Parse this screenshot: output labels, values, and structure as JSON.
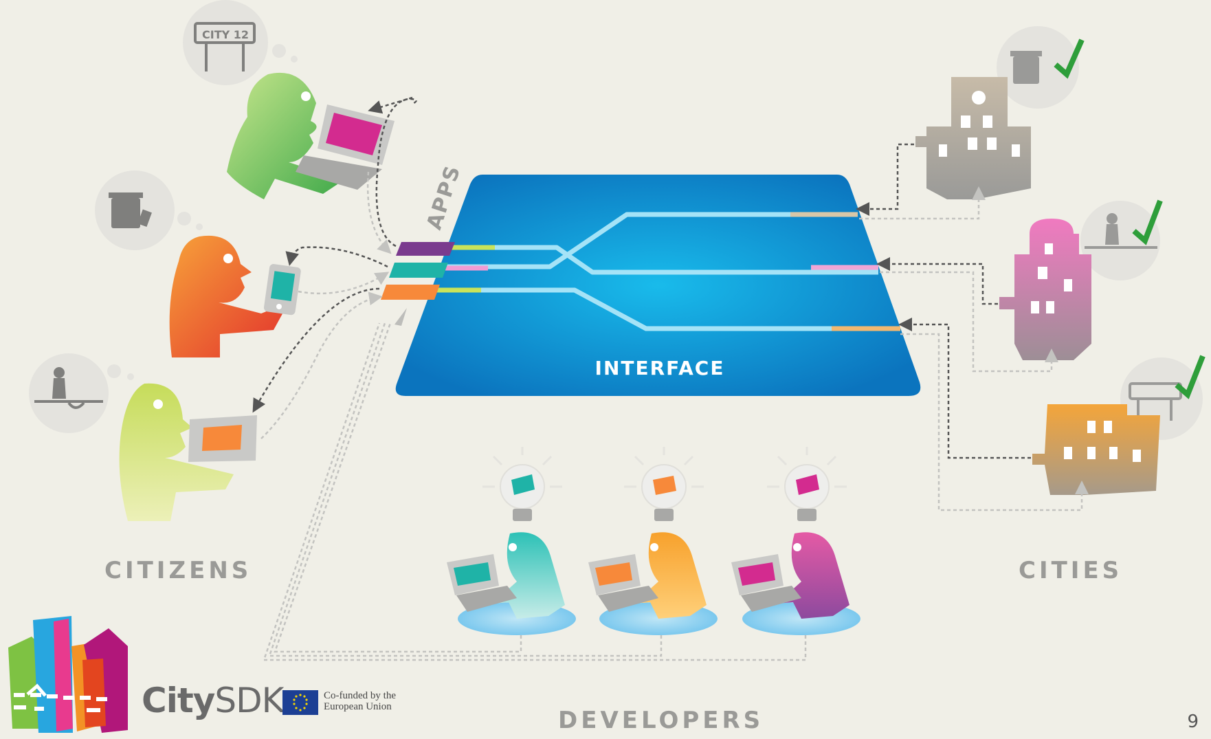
{
  "diagram": {
    "center_label": "INTERFACE",
    "apps_label": "APPS",
    "groups": {
      "citizens": "CITIZENS",
      "cities": "CITIES",
      "developers": "DEVELOPERS"
    },
    "thought_sign_text": "CITY 12"
  },
  "footer": {
    "brand_bold": "City",
    "brand_light": "SDK",
    "eu_line1": "Co-funded by the",
    "eu_line2": "European Union",
    "page_number": "9"
  },
  "colors": {
    "background": "#f0efe7",
    "interface_blue": "#0a86cc",
    "interface_light": "#16b4e8",
    "track": "#9fdff6",
    "app_purple": "#7a3a8e",
    "app_teal": "#1fb3a7",
    "app_orange": "#f7893a",
    "check_green": "#2e9e3a",
    "label_gray": "#9a9a97"
  }
}
